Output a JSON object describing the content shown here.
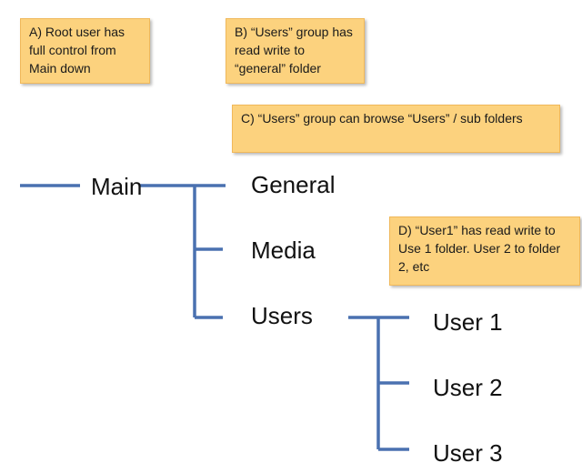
{
  "notes": {
    "a": "A) Root user has full control from Main down",
    "b": "B) “Users” group has read write to “general” folder",
    "c": "C) “Users” group can browse “Users” / sub folders",
    "d": "D) “User1” has read write to Use 1 folder. User 2 to folder 2, etc"
  },
  "tree": {
    "root": "Main",
    "level1": [
      "General",
      "Media",
      "Users"
    ],
    "users_children": [
      "User 1",
      "User 2",
      "User 3"
    ]
  },
  "colors": {
    "connector": "#4a71b0",
    "note_fill": "#fcd27e",
    "note_border": "#f0b85a"
  }
}
